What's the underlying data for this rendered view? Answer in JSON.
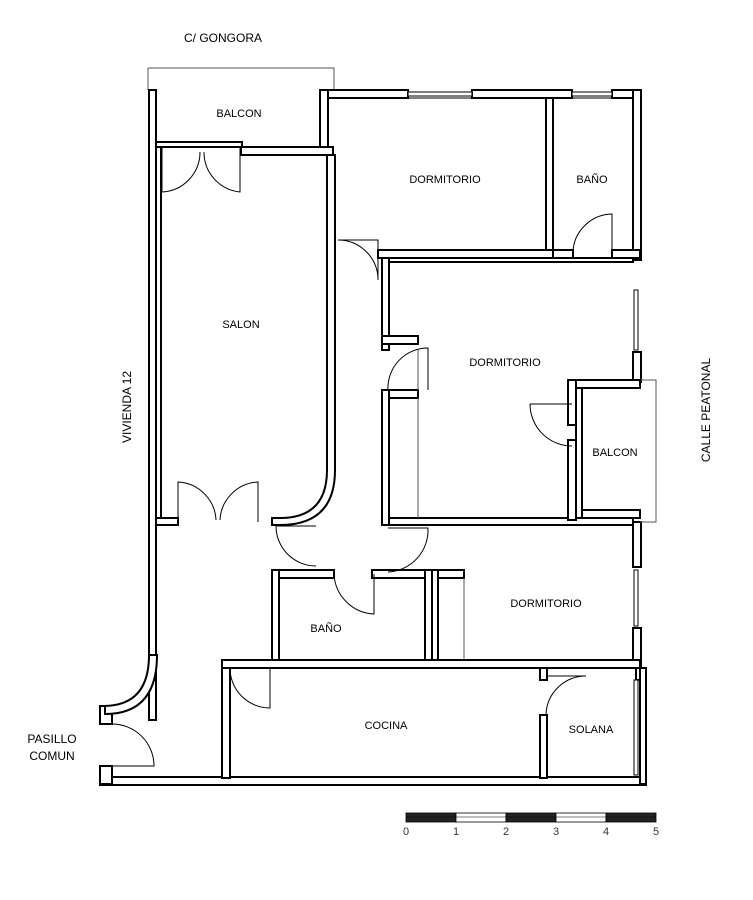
{
  "streets": {
    "top": "C/ GONGORA",
    "left": "VIVIENDA 12",
    "right": "CALLE PEATONAL",
    "corridor_line1": "PASILLO",
    "corridor_line2": "COMUN"
  },
  "rooms": {
    "balcon_top": "BALCON",
    "dormitorio_1": "DORMITORIO",
    "bano_1": "BAÑO",
    "salon": "SALON",
    "dormitorio_2": "DORMITORIO",
    "balcon_right": "BALCON",
    "bano_2": "BAÑO",
    "dormitorio_3": "DORMITORIO",
    "cocina": "COCINA",
    "solana": "SOLANA"
  },
  "scale": {
    "labels": [
      "0",
      "1",
      "2",
      "3",
      "4",
      "5"
    ]
  }
}
